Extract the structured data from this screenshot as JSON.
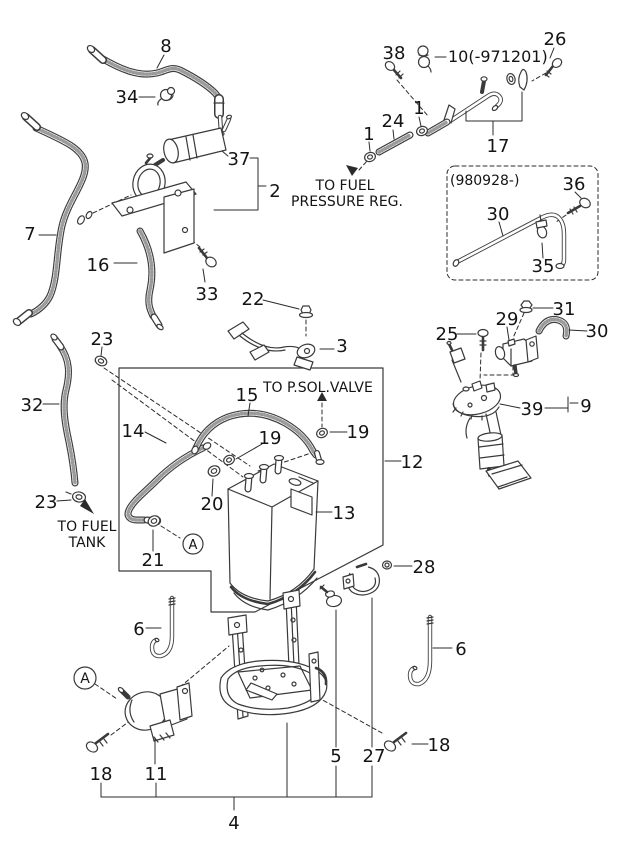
{
  "figure": {
    "type": "exploded-parts-diagram",
    "subject": "fuel system - vapor canister, fuel pump and hose assembly",
    "background_color": "#ffffff",
    "line_color": "#3a3a3a",
    "text_color": "#141414",
    "callouts": {
      "1": "1",
      "2": "2",
      "3": "3",
      "4": "4",
      "5": "5",
      "6": "6",
      "7": "7",
      "8": "8",
      "9": "9",
      "10": "10(-971201)",
      "11": "11",
      "12": "12",
      "13": "13",
      "14": "14",
      "15": "15",
      "16": "16",
      "17": "17",
      "18": "18",
      "19": "19",
      "20": "20",
      "21": "21",
      "22": "22",
      "23": "23",
      "24": "24",
      "25": "25",
      "26": "26",
      "27": "27",
      "28": "28",
      "29": "29",
      "30": "30",
      "31": "31",
      "32": "32",
      "33": "33",
      "34": "34",
      "35": "35",
      "36": "36",
      "37": "37",
      "38": "38",
      "39": "39"
    },
    "annotations": {
      "to_fuel_pressure_reg_line1": "TO FUEL",
      "to_fuel_pressure_reg_line2": "PRESSURE REG.",
      "to_psol_valve": "TO P.SOL.VALVE",
      "to_fuel_tank_line1": "TO FUEL",
      "to_fuel_tank_line2": "TANK",
      "date_range": "(980928-)",
      "view_marker": "A"
    }
  }
}
